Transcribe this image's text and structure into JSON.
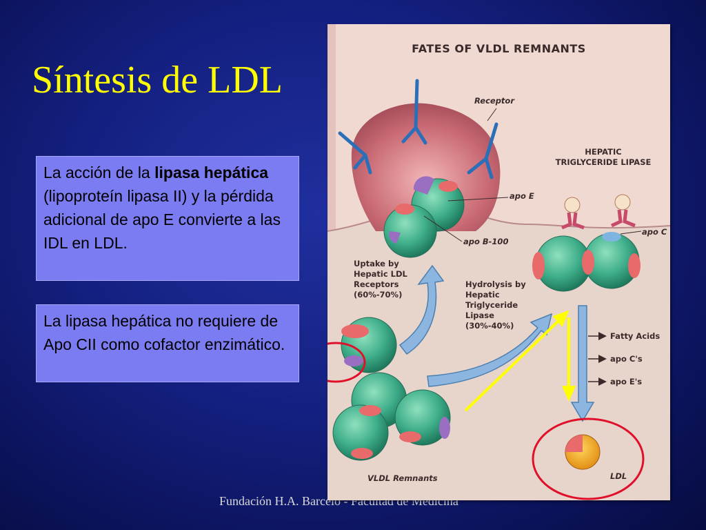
{
  "slide": {
    "title": "Síntesis de LDL",
    "box1": {
      "part1": "La acción de la ",
      "bold1": "lipasa hepática",
      "part2": " (lipoproteín lipasa II) y la pérdida adicional de apo E convierte a las IDL en LDL."
    },
    "box2": "La lipasa hepática no requiere de Apo CII como cofactor enzimático.",
    "footer": "Fundación H.A. Barceló - Facultad de Medicina"
  },
  "figure": {
    "title": "FATES OF VLDL REMNANTS",
    "labels": {
      "receptor": "Receptor",
      "hepatic_tg_lipase": "HEPATIC TRIGLYCERIDE LIPASE",
      "apo_e": "apo E",
      "apo_c": "apo C",
      "apo_b": "apo B-100",
      "uptake": "Uptake by Hepatic LDL Receptors (60%-70%)",
      "hydrolysis": "Hydrolysis by Hepatic Triglyceride Lipase (30%-40%)",
      "fatty_acids": "Fatty Acids",
      "apo_cs": "apo C's",
      "apo_es": "apo E's",
      "vldl_remnants": "VLDL Remnants",
      "ldl": "LDL"
    }
  },
  "colors": {
    "title": "#ffff00",
    "textbox_bg": "#7c7cf2",
    "annotation_red": "#e0102a",
    "annotation_yellow": "#ffff00",
    "particle_green": "#3fae8a",
    "arrow_blue": "#8cb6e0"
  }
}
